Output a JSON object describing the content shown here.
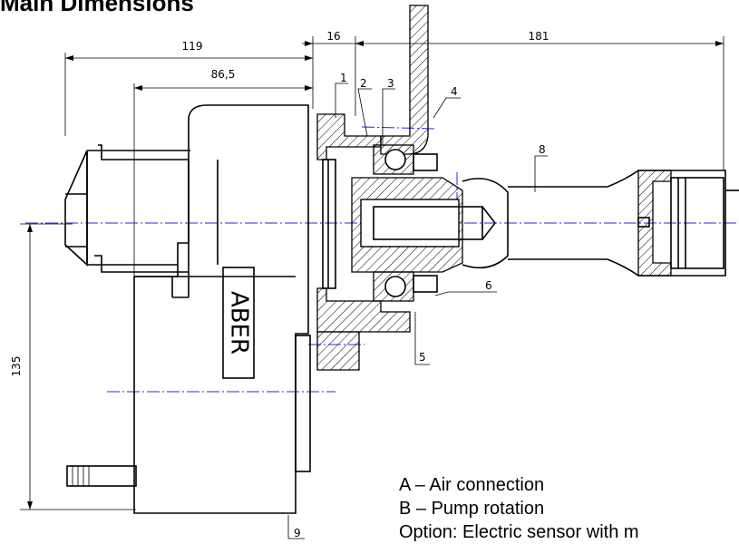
{
  "title": "Main Dimensions",
  "dimensions": {
    "overall_left": "119",
    "housing_depth": "86,5",
    "flange_thickness": "16",
    "shaft_length": "181",
    "height": "135"
  },
  "part_numbers": {
    "p1": "1",
    "p2": "2",
    "p3": "3",
    "p4": "4",
    "p5": "5",
    "p6": "6",
    "p8": "8",
    "p9": "9"
  },
  "brand_plate": "ABER",
  "legend": {
    "a": "A – Air connection",
    "b": "B – Pump rotation",
    "option": "Option: Electric sensor with m"
  },
  "colors": {
    "centerline": "#2b2bd0",
    "lines": "#000000"
  }
}
